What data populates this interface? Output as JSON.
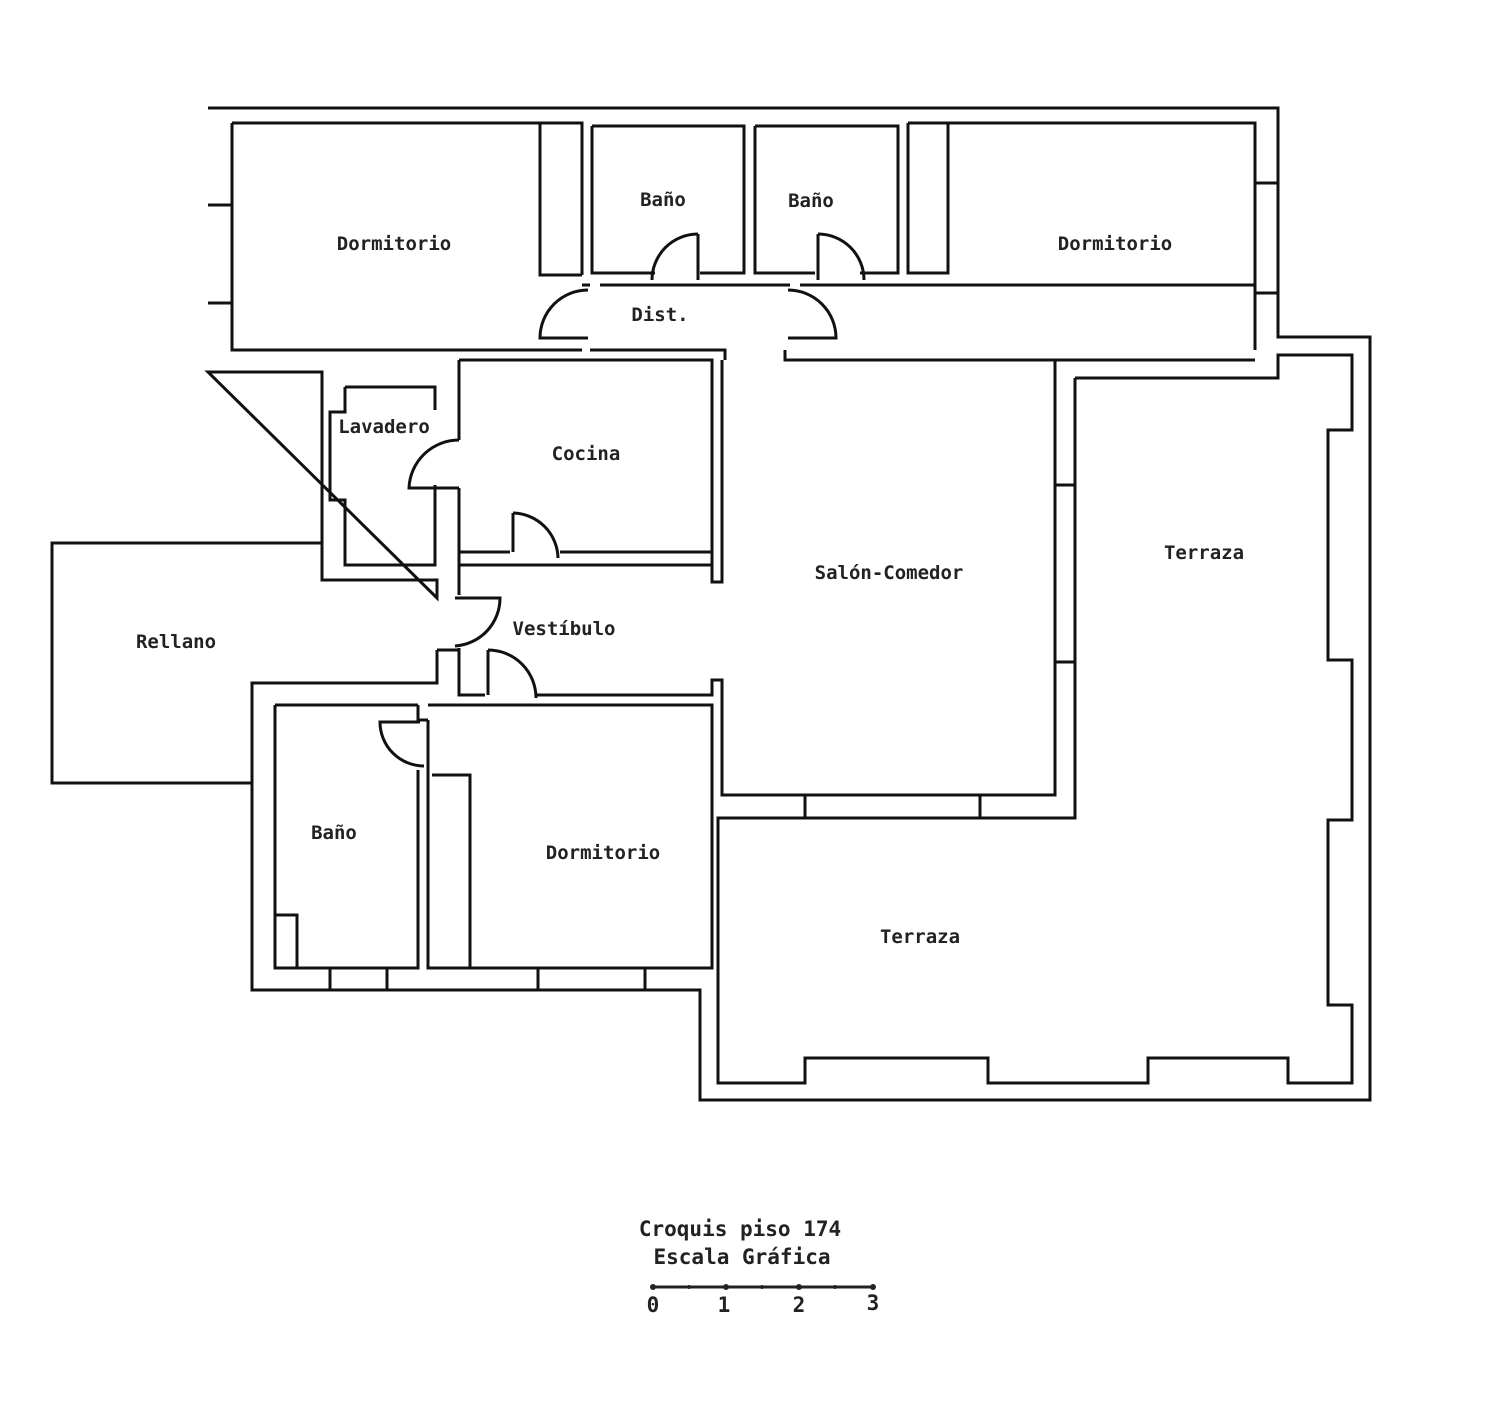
{
  "rooms": {
    "dormitorio_top_left": "Dormitorio",
    "bano_top_1": "Baño",
    "bano_top_2": "Baño",
    "dormitorio_top_right": "Dormitorio",
    "distribuidor": "Dist.",
    "lavadero": "Lavadero",
    "cocina": "Cocina",
    "salon_comedor": "Salón-Comedor",
    "terraza_right": "Terraza",
    "rellano": "Rellano",
    "vestibulo": "Vestíbulo",
    "bano_bottom": "Baño",
    "dormitorio_bottom": "Dormitorio",
    "terraza_bottom": "Terraza"
  },
  "caption": {
    "title": "Croquis piso 174",
    "subtitle": "Escala Gráfica"
  },
  "scale_bar": {
    "ticks": [
      "0",
      "1",
      "2",
      "3"
    ]
  }
}
